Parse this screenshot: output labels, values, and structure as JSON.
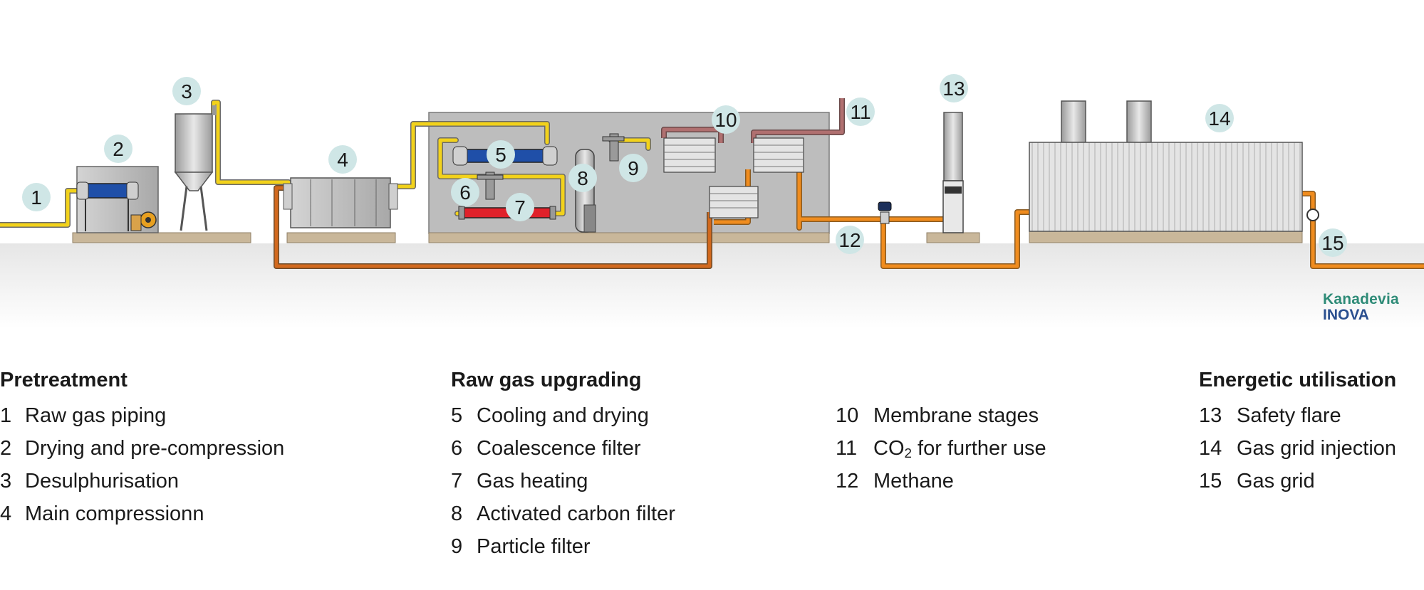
{
  "markers": {
    "m1": "1",
    "m2": "2",
    "m3": "3",
    "m4": "4",
    "m5": "5",
    "m6": "6",
    "m7": "7",
    "m8": "8",
    "m9": "9",
    "m10": "10",
    "m11": "11",
    "m12": "12",
    "m13": "13",
    "m14": "14",
    "m15": "15"
  },
  "colors": {
    "raw_gas_pipe": "#f2d21b",
    "methane_pipe": "#f08c1e",
    "co2_pipe": "#b07070",
    "return_pipe": "#d2691e",
    "cooling": "#1f4fa8",
    "heating": "#e0212a",
    "marker_fill": "#cfe6e6"
  },
  "logo": {
    "line1": "Kanadevia",
    "line2": "INOVA"
  },
  "legend": {
    "pretreatment": {
      "title": "Pretreatment",
      "items": [
        {
          "num": "1",
          "label": "Raw gas piping"
        },
        {
          "num": "2",
          "label": "Drying and pre-compression"
        },
        {
          "num": "3",
          "label": "Desulphurisation"
        },
        {
          "num": "4",
          "label": "Main compressionn"
        }
      ]
    },
    "upgrading": {
      "title": "Raw gas upgrading",
      "items": [
        {
          "num": "5",
          "label": "Cooling and drying"
        },
        {
          "num": "6",
          "label": "Coalescence filter"
        },
        {
          "num": "7",
          "label": "Gas heating"
        },
        {
          "num": "8",
          "label": "Activated carbon filter"
        },
        {
          "num": "9",
          "label": "Particle filter"
        }
      ]
    },
    "upgrading2": {
      "items": [
        {
          "num": "10",
          "label": "Membrane stages"
        },
        {
          "num": "11",
          "label_main": "CO",
          "label_sub": "2",
          "label_rest": " for further use"
        },
        {
          "num": "12",
          "label": "Methane"
        }
      ]
    },
    "utilisation": {
      "title": "Energetic utilisation",
      "items": [
        {
          "num": "13",
          "label": "Safety flare"
        },
        {
          "num": "14",
          "label": "Gas grid injection"
        },
        {
          "num": "15",
          "label": "Gas grid"
        }
      ]
    }
  }
}
